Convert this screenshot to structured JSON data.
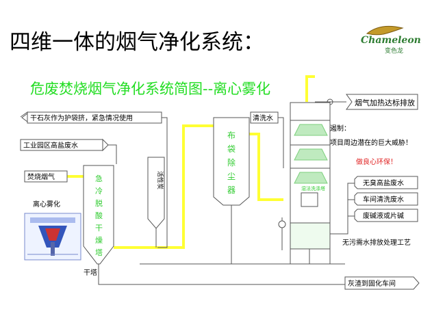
{
  "slide_title": "四维一体的烟气净化系统：",
  "logo": {
    "wordmark": "Chameleon",
    "subtitle": "变色龙"
  },
  "diagram_title": "危废焚烧烟气净化系统简图--离心雾化",
  "labels": {
    "dry_ash": "干石灰作为护袋挤，紧急情况使用",
    "high_salt_water": "工业园区高盐废水",
    "incin_gas": "焚烧烟气",
    "centrifugal": "离心雾化",
    "quench_tower": [
      "急",
      "冷",
      "脱",
      "酸",
      "干",
      "燥",
      "塔"
    ],
    "activated_carbon": "活性炭",
    "bag_filter": [
      "布",
      "袋",
      "除",
      "尘",
      "器"
    ],
    "clean_water": "清洗水",
    "exhaust": "烟气加热达标排放",
    "tower_caption": "湿法洗涤塔",
    "dry_tower_label": "干塔",
    "ash_to_solid": "灰渣到固化车间",
    "no_waste_water": "无污需水排放处理工艺",
    "bullets": {
      "r1": "遏制：",
      "r2": "项目周边潜在的巨大威胁！",
      "r3": "做良心环保！"
    },
    "right_boxes": [
      "无臭高盐废水",
      "车间清洗废水",
      "废碱液或片碱"
    ]
  },
  "colors": {
    "gas_line": "#ffff33",
    "green_title": "#22dd22",
    "green_text": "#33cc33",
    "red_text": "#e02020",
    "line": "#555555"
  }
}
